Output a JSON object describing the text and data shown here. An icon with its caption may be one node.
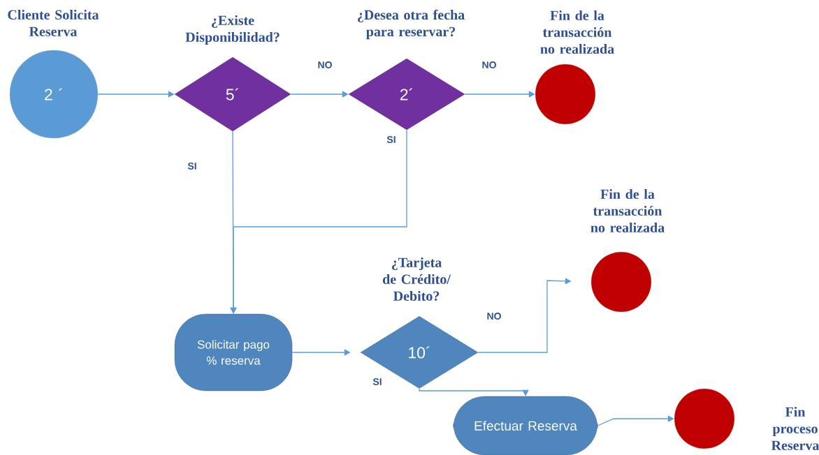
{
  "diagram": {
    "nodes": [
      {
        "text": [
          "Cliente Solicita Reserva",
          "2 ´"
        ]
      },
      {
        "text": [
          "¿Existe Disponibilidad?",
          "5´"
        ]
      },
      {
        "text": [
          "¿Desea otra fecha para reservar?",
          "2´"
        ]
      },
      {
        "text": [
          "Fin de la transacción no realizada"
        ]
      },
      {
        "text": [
          "Solicitar pago % reserva"
        ]
      },
      {
        "text": [
          "¿Tarjeta de Crédito/ Debito?",
          "10´"
        ]
      },
      {
        "text": [
          "Fin de la transacción no realizada"
        ]
      },
      {
        "text": [
          "Efectuar Reserva"
        ]
      },
      {
        "text": [
          "Fin proceso Reserva"
        ]
      }
    ],
    "edges": [
      {
        "from": 0,
        "to": 1,
        "arrow": "to"
      },
      {
        "from": 1,
        "to": 2,
        "arrow": "to",
        "label": "NO"
      },
      {
        "from": 2,
        "to": 3,
        "arrow": "to",
        "label": "NO"
      },
      {
        "from": 1,
        "to": 4,
        "arrow": "to",
        "label": "SI"
      },
      {
        "from": 2,
        "to": 4,
        "arrow": "to",
        "label": "SI"
      },
      {
        "from": 4,
        "to": 5,
        "arrow": "to"
      },
      {
        "from": 5,
        "to": 6,
        "arrow": "to",
        "label": "NO"
      },
      {
        "from": 5,
        "to": 7,
        "arrow": "to",
        "label": "SI"
      },
      {
        "from": 7,
        "to": 8,
        "arrow": "to"
      }
    ]
  }
}
